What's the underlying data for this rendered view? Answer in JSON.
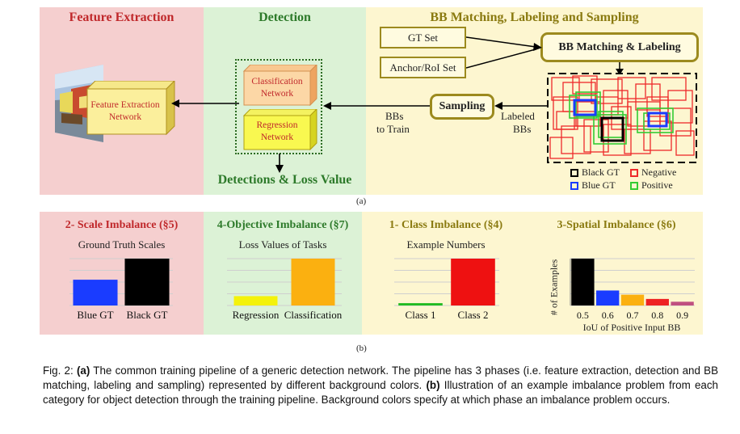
{
  "top": {
    "feature_title": "Feature Extraction",
    "detection_title": "Detection",
    "bb_title": "BB Matching, Labeling and Sampling",
    "fe_network": "Feature Extraction Network",
    "classification_network": "Classification Network",
    "regression_network": "Regression Network",
    "detections_loss": "Detections & Loss Value",
    "gt_set": "GT Set",
    "anchor_set": "Anchor/RoI Set",
    "bb_matching_labeling": "BB Matching & Labeling",
    "sampling": "Sampling",
    "bbs_to_train_1": "BBs",
    "bbs_to_train_2": "to Train",
    "labeled_1": "Labeled",
    "labeled_2": "BBs",
    "legend": {
      "black_gt": "Black GT",
      "negative": "Negative",
      "blue_gt": "Blue GT",
      "positive": "Positive"
    },
    "sub_label": "(a)"
  },
  "bottom": {
    "scale": {
      "title": "2- Scale Imbalance (§5)",
      "subtitle": "Ground Truth Scales",
      "chart_data": {
        "type": "bar",
        "categories": [
          "Blue GT",
          "Black GT"
        ],
        "values": [
          0.55,
          1.0
        ],
        "colors": [
          "#1a3cff",
          "#000000"
        ],
        "grid": true
      }
    },
    "objective": {
      "title": "4-Objective Imbalance (§7)",
      "subtitle": "Loss Values of Tasks",
      "chart_data": {
        "type": "bar",
        "categories": [
          "Regression",
          "Classification"
        ],
        "values": [
          0.2,
          1.0
        ],
        "colors": [
          "#f4f20a",
          "#fbb010"
        ],
        "grid": true
      }
    },
    "class": {
      "title": "1- Class Imbalance (§4)",
      "subtitle": "Example Numbers",
      "chart_data": {
        "type": "bar",
        "categories": [
          "Class 1",
          "Class 2"
        ],
        "values": [
          0.05,
          1.0
        ],
        "colors": [
          "#22bb22",
          "#ee1111"
        ],
        "grid": true
      }
    },
    "spatial": {
      "title": "3-Spatial Imbalance (§6)",
      "ylabel": "# of Examples",
      "xlabel": "IoU of Positive Input BB",
      "chart_data": {
        "type": "bar",
        "categories": [
          "0.5",
          "0.6",
          "0.7",
          "0.8",
          "0.9"
        ],
        "values": [
          1.0,
          0.32,
          0.23,
          0.14,
          0.08
        ],
        "colors": [
          "#000000",
          "#1a3cff",
          "#fbb010",
          "#ee2222",
          "#c05080"
        ],
        "grid": true
      }
    },
    "sub_label": "(b)"
  },
  "caption": {
    "fig": "Fig. 2:",
    "a_label": "(a)",
    "a_text": " The common training pipeline of a generic detection network. The pipeline has 3 phases (i.e. feature extraction, detection and BB matching, labeling and sampling) represented by different background colors. ",
    "b_label": "(b)",
    "b_text": " Illustration of an example imbalance problem from each category for object detection through the training pipeline. Background colors specify at which phase an imbalance problem occurs."
  },
  "colors": {
    "pink": "#f5cfcf",
    "green": "#dcf2d6",
    "yellow": "#fdf6d0",
    "title_red": "#c0282b",
    "title_green": "#2d7a2a",
    "title_olive": "#8a7a10"
  }
}
